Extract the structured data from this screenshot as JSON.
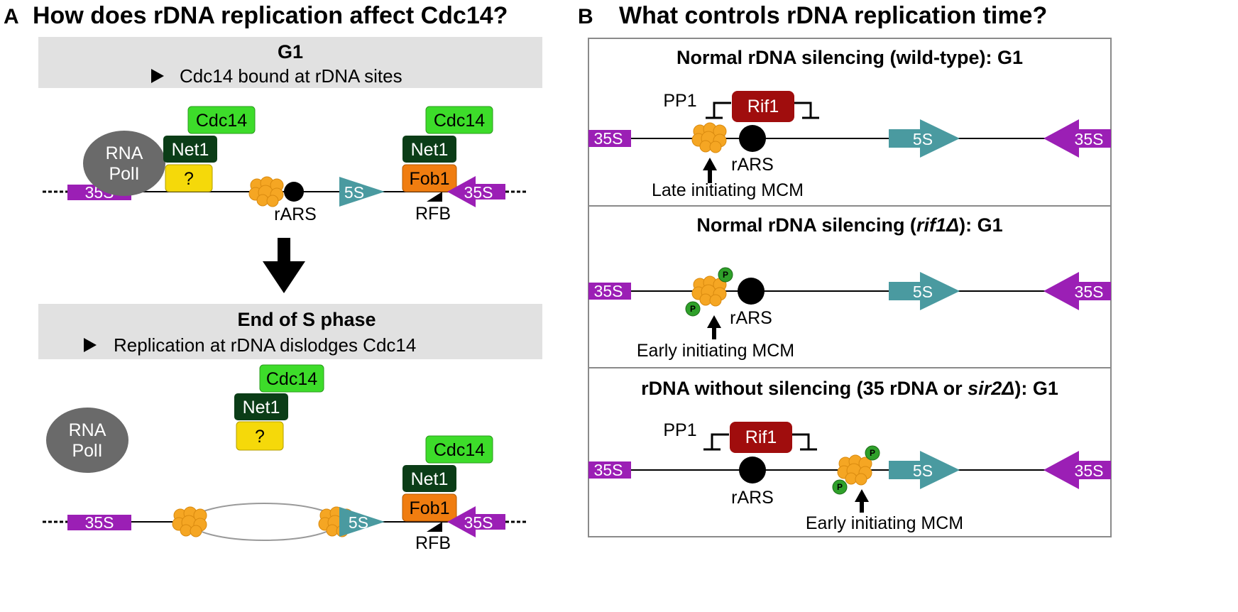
{
  "panel_a": {
    "letter": "A",
    "heading": "How does rDNA replication affect Cdc14?",
    "g1": {
      "title": "G1",
      "note": "Cdc14 bound at rDNA sites",
      "pol_line1": "RNA",
      "pol_line2": "PolI",
      "cdc14": "Cdc14",
      "net1": "Net1",
      "unknown": "?",
      "fob1": "Fob1",
      "seg_35s": "35S",
      "seg_5s": "5S",
      "rars": "rARS",
      "rfb": "RFB"
    },
    "s_phase": {
      "title": "End of S phase",
      "note": "Replication at rDNA dislodges Cdc14",
      "pol_line1": "RNA",
      "pol_line2": "PolI",
      "cdc14": "Cdc14",
      "net1": "Net1",
      "unknown": "?",
      "fob1": "Fob1",
      "seg_35s": "35S",
      "seg_5s": "5S",
      "rfb": "RFB"
    }
  },
  "panel_b": {
    "letter": "B",
    "heading": "What controls rDNA replication time?",
    "wild_type": {
      "title": "Normal rDNA silencing (wild-type): G1",
      "pp1": "PP1",
      "rif1": "Rif1",
      "seg_35s": "35S",
      "seg_5s": "5S",
      "rars": "rARS",
      "mcm": "Late initiating MCM"
    },
    "rif1": {
      "title_pre": "Normal rDNA silencing (",
      "title_italic": "rif1Δ",
      "title_post": "): G1",
      "seg_35s": "35S",
      "seg_5s": "5S",
      "rars": "rARS",
      "phospho": "P",
      "mcm": "Early initiating MCM"
    },
    "no_silencing": {
      "title_pre": "rDNA without silencing (35 rDNA or ",
      "title_italic": "sir2Δ",
      "title_post": "): G1",
      "pp1": "PP1",
      "rif1": "Rif1",
      "seg_35s": "35S",
      "seg_5s": "5S",
      "rars": "rARS",
      "phospho": "P",
      "mcm": "Early initiating MCM"
    }
  },
  "colors": {
    "magenta": "#9b1fb5",
    "teal": "#4a9aa0",
    "green": "#3ddc2a",
    "dark_green": "#0b3d17",
    "yellow": "#f5d90a",
    "orange_box": "#f07d10",
    "mcm": "#f5a623",
    "pol": "#6a6a6a",
    "rif1": "#a00d0d",
    "band": "#e1e1e1",
    "phospho": "#2fa02a"
  }
}
